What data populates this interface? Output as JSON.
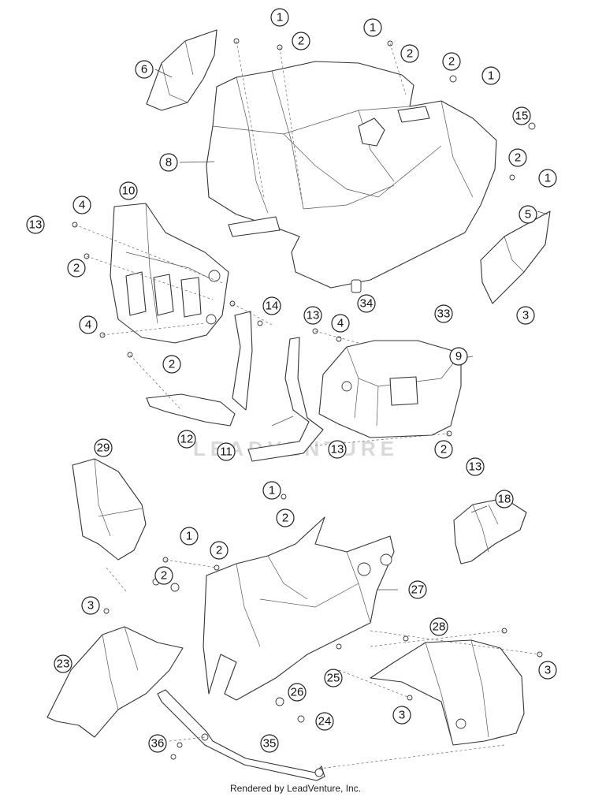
{
  "watermark": "LEADVENTURE",
  "credit": "Rendered by LeadVenture, Inc.",
  "callouts": [
    "1",
    "2",
    "1",
    "2",
    "2",
    "1",
    "6",
    "15",
    "2",
    "1",
    "8",
    "10",
    "4",
    "13",
    "5",
    "2",
    "14",
    "13",
    "4",
    "34",
    "33",
    "3",
    "4",
    "9",
    "2",
    "12",
    "11",
    "13",
    "2",
    "13",
    "29",
    "1",
    "2",
    "18",
    "1",
    "2",
    "2",
    "27",
    "3",
    "28",
    "23",
    "25",
    "3",
    "26",
    "3",
    "24",
    "36",
    "35"
  ]
}
